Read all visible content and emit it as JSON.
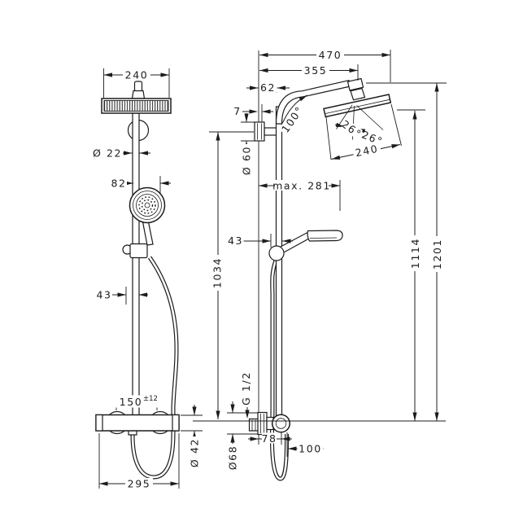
{
  "drawing": {
    "front_view": {
      "head_width": "240",
      "pipe_diameter": "Ø 22",
      "handshower_offset": "82",
      "holder_offset": "43",
      "valve_connection_spacing": "150",
      "valve_connection_tolerance": "±12",
      "valve_body_diameter": "Ø 42",
      "valve_width": "295",
      "pipe_height": "1034"
    },
    "side_view": {
      "total_reach": "470",
      "arm_reach": "355",
      "wall_to_pipe": "62",
      "wall_gap": "7",
      "arm_angle": "100°",
      "wall_escutcheon_diameter": "Ø 60",
      "max_handshower_reach": "max. 281",
      "spray_angle_left": "26°",
      "spray_angle_right": "26°",
      "head_depth": "240",
      "holder_depth": "43",
      "height_to_spray_face": "1114",
      "height_total": "1201",
      "thread_size": "G 1/2",
      "valve_escutcheon": "Ø68",
      "valve_depth": "78",
      "hose_clearance": "100"
    }
  }
}
